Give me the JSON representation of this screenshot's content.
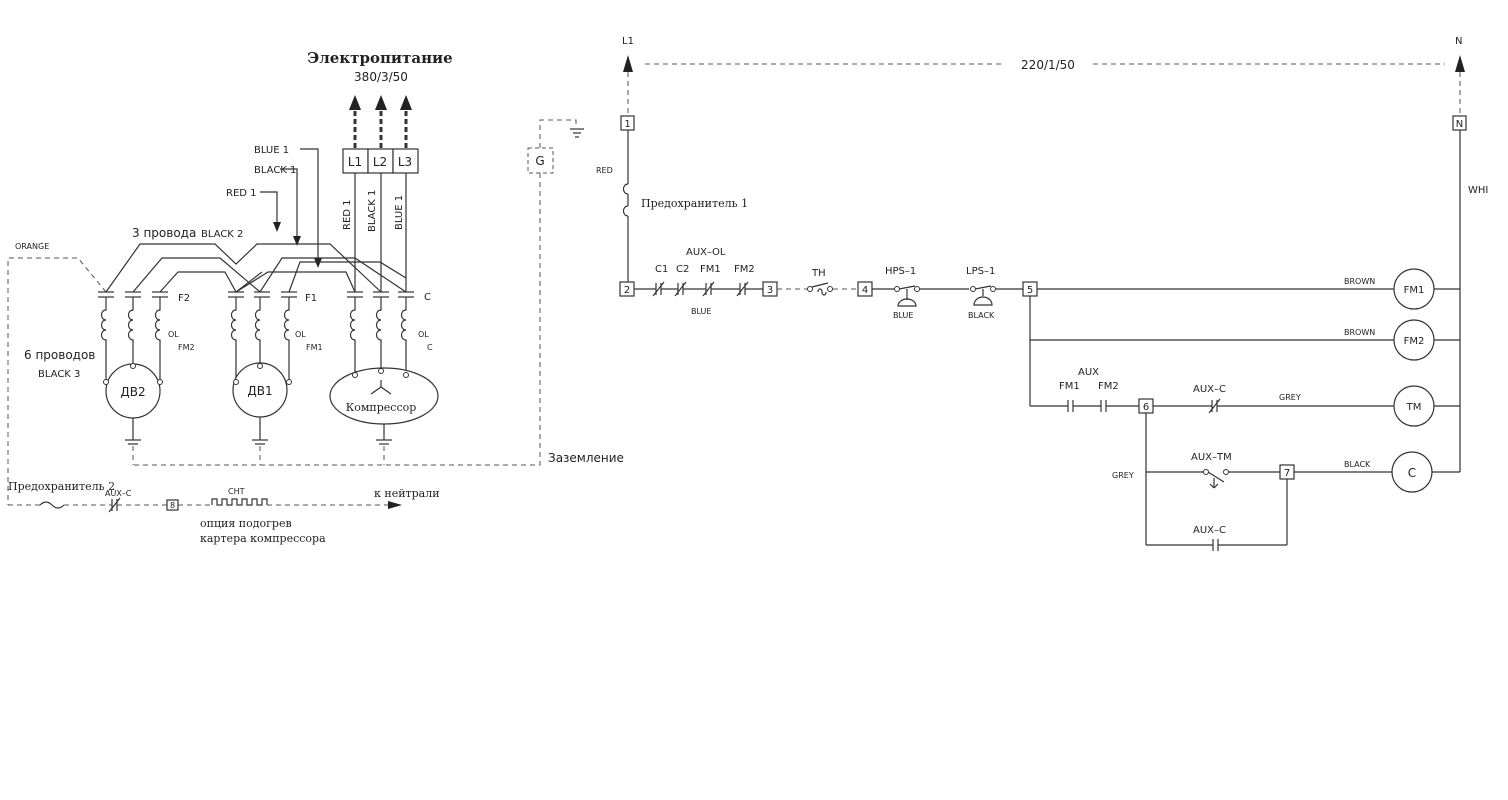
{
  "power": {
    "title": "Электропитание",
    "voltage": "380/3/50",
    "terminals": [
      "L1",
      "L2",
      "L3"
    ],
    "ground_terminal": "G"
  },
  "wires": {
    "blue1": "BLUE 1",
    "black1": "BLACK 1",
    "red1": "RED 1",
    "three_wires": "3 провода",
    "black2": "BLACK 2",
    "orange": "ORANGE",
    "six_wires": "6 проводов",
    "black3": "BLACK 3",
    "red1_v": "RED 1",
    "black1_v": "BLACK 1",
    "blue1_v": "BLUE 1"
  },
  "contactors": {
    "f2": "F2",
    "f1": "F1",
    "c": "C"
  },
  "overloads": {
    "ol": "OL",
    "fm2": "FM2",
    "fm1": "FM1",
    "c": "C"
  },
  "motors": {
    "dv2": "ДВ2",
    "dv1": "ДВ1",
    "compressor": "Компрессор"
  },
  "grounding": {
    "label": "Заземление"
  },
  "heater_circuit": {
    "fuse2": "Предохранитель 2",
    "aux_c": "AUX–C",
    "terminal8": "8",
    "cht": "CHT",
    "to_neutral": "к нейтрали",
    "option_line1": "опция подогрев",
    "option_line2": "картера компрессора"
  },
  "control": {
    "l1": "L1",
    "n": "N",
    "voltage": "220/1/50",
    "terminal1": "1",
    "terminal_n": "N",
    "red": "RED",
    "whi": "WHI",
    "fuse1": "Предохранитель 1",
    "terminal2": "2",
    "c1": "C1",
    "c2": "C2",
    "aux_ol": "AUX–OL",
    "fm1": "FM1",
    "fm2": "FM2",
    "blue": "BLUE",
    "terminal3": "3",
    "th": "TH",
    "terminal4": "4",
    "hps1": "HPS–1",
    "hps_blue": "BLUE",
    "lps1": "LPS–1",
    "lps_black": "BLACK",
    "terminal5": "5",
    "brown1": "BROWN",
    "brown2": "BROWN",
    "coil_fm1": "FM1",
    "coil_fm2": "FM2",
    "aux": "AUX",
    "aux_fm1": "FM1",
    "aux_fm2": "FM2",
    "terminal6": "6",
    "aux_c1": "AUX–C",
    "grey1": "GREY",
    "coil_tm": "TM",
    "grey2": "GREY",
    "aux_tm": "AUX–TM",
    "terminal7": "7",
    "black": "BLACK",
    "coil_c": "C",
    "aux_c2": "AUX–C"
  }
}
